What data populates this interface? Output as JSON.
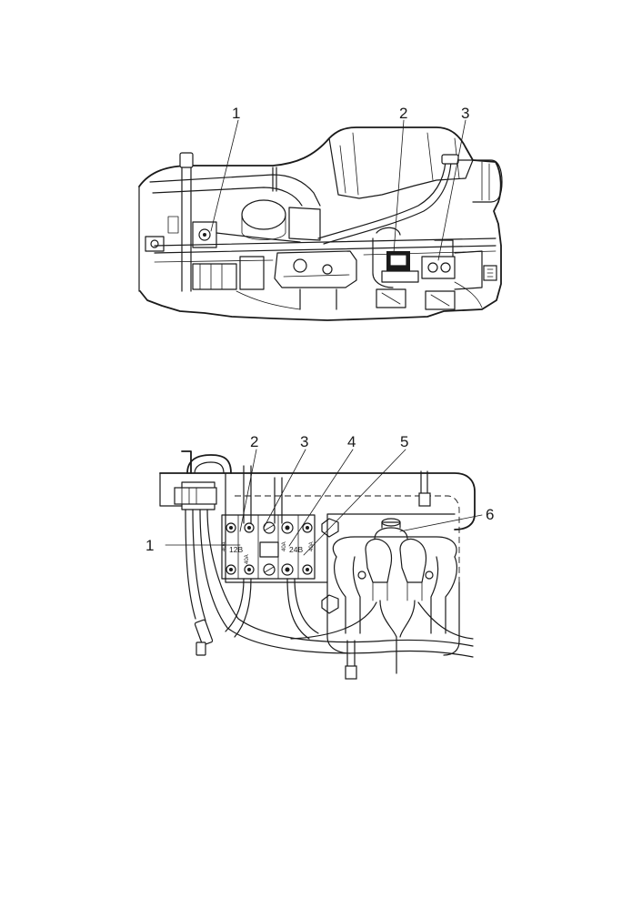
{
  "figure_top": {
    "callouts": [
      {
        "label": "1"
      },
      {
        "label": "2"
      },
      {
        "label": "3"
      }
    ]
  },
  "figure_bottom": {
    "callouts": [
      {
        "label": "1"
      },
      {
        "label": "2"
      },
      {
        "label": "3"
      },
      {
        "label": "4"
      },
      {
        "label": "5"
      },
      {
        "label": "6"
      }
    ],
    "block_marks": {
      "left": "12В",
      "right": "24В",
      "side_marks": [
        "40А",
        "40А",
        "40А",
        "40А"
      ]
    }
  }
}
